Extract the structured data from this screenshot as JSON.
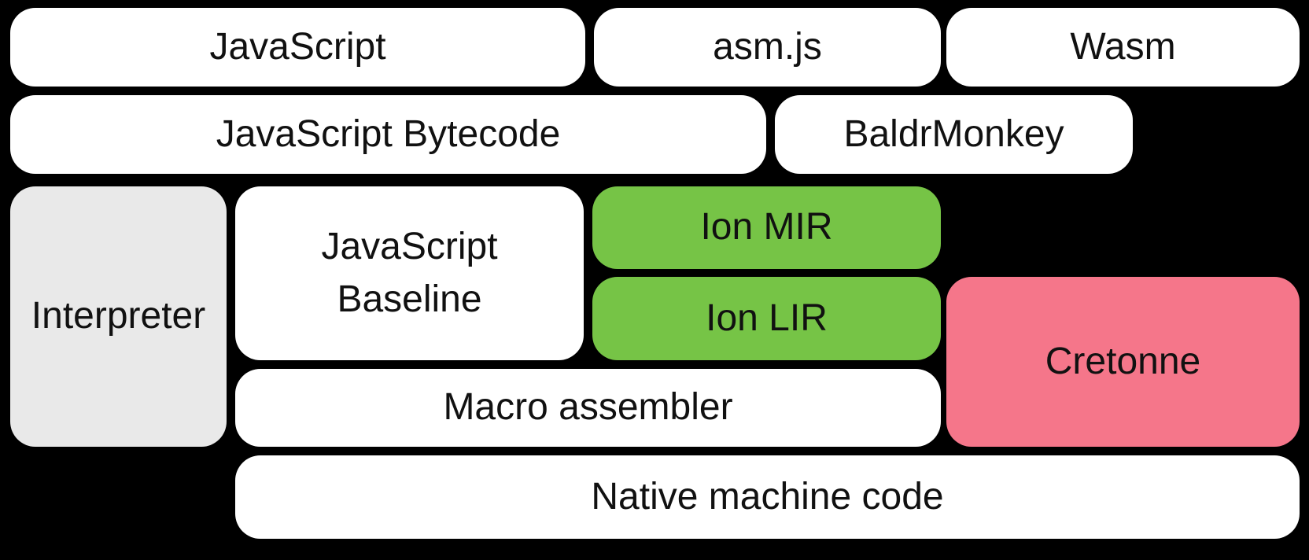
{
  "colors": {
    "background": "#000000",
    "box_white": "#ffffff",
    "box_gray": "#e9e9e9",
    "box_green": "#76c446",
    "box_pink": "#f5768a",
    "text": "#111111"
  },
  "diagram": {
    "boxes": [
      {
        "id": "javascript",
        "label": "JavaScript",
        "fill": "white"
      },
      {
        "id": "asm-js",
        "label": "asm.js",
        "fill": "white"
      },
      {
        "id": "wasm",
        "label": "Wasm",
        "fill": "white"
      },
      {
        "id": "javascript-bytecode",
        "label": "JavaScript Bytecode",
        "fill": "white"
      },
      {
        "id": "baldrmonkey",
        "label": "BaldrMonkey",
        "fill": "white"
      },
      {
        "id": "interpreter",
        "label": "Interpreter",
        "fill": "gray"
      },
      {
        "id": "javascript-baseline",
        "label": "JavaScript\nBaseline",
        "fill": "white"
      },
      {
        "id": "ion-mir",
        "label": "Ion MIR",
        "fill": "green"
      },
      {
        "id": "ion-lir",
        "label": "Ion LIR",
        "fill": "green"
      },
      {
        "id": "cretonne",
        "label": "Cretonne",
        "fill": "pink"
      },
      {
        "id": "macro-assembler",
        "label": "Macro assembler",
        "fill": "white"
      },
      {
        "id": "native-machine-code",
        "label": "Native machine code",
        "fill": "white"
      }
    ]
  }
}
